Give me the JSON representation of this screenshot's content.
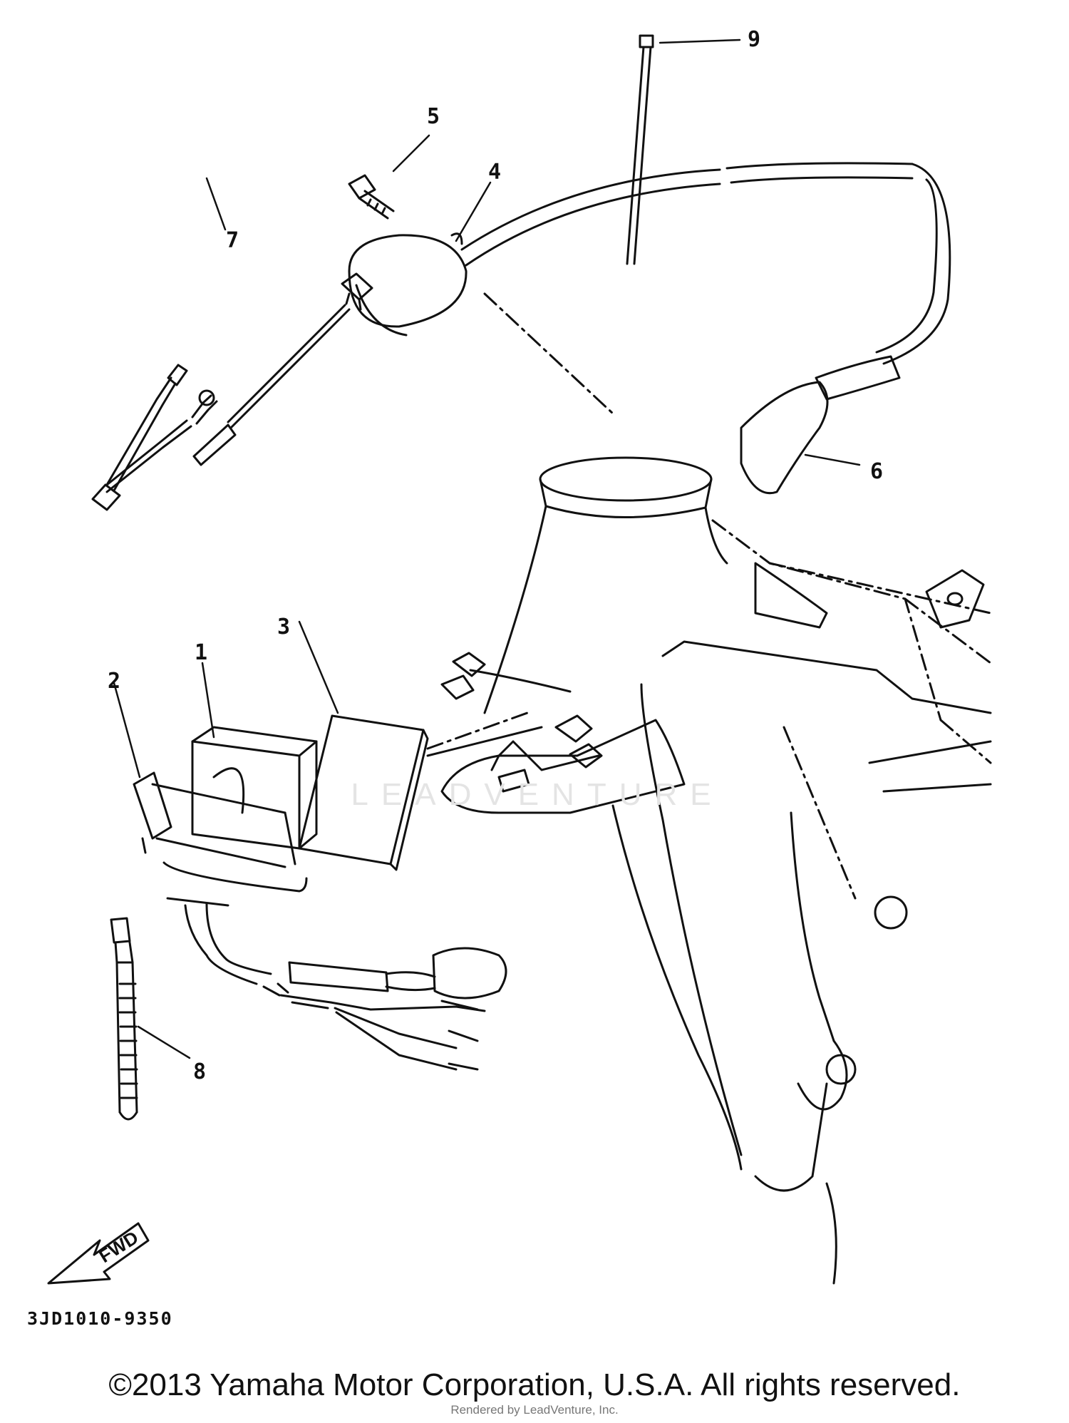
{
  "callouts": [
    {
      "id": "1",
      "label": "1"
    },
    {
      "id": "2",
      "label": "2"
    },
    {
      "id": "3",
      "label": "3"
    },
    {
      "id": "4",
      "label": "4"
    },
    {
      "id": "5",
      "label": "5"
    },
    {
      "id": "6",
      "label": "6"
    },
    {
      "id": "7",
      "label": "7"
    },
    {
      "id": "8",
      "label": "8"
    },
    {
      "id": "9",
      "label": "9"
    }
  ],
  "direction_label": "FWD",
  "watermark": "LEADVENTURE",
  "diagram_code": "3JD1010-9350",
  "copyright": "©2013 Yamaha Motor Corporation, U.S.A. All rights reserved.",
  "rendered_by": "Rendered by LeadVenture, Inc."
}
